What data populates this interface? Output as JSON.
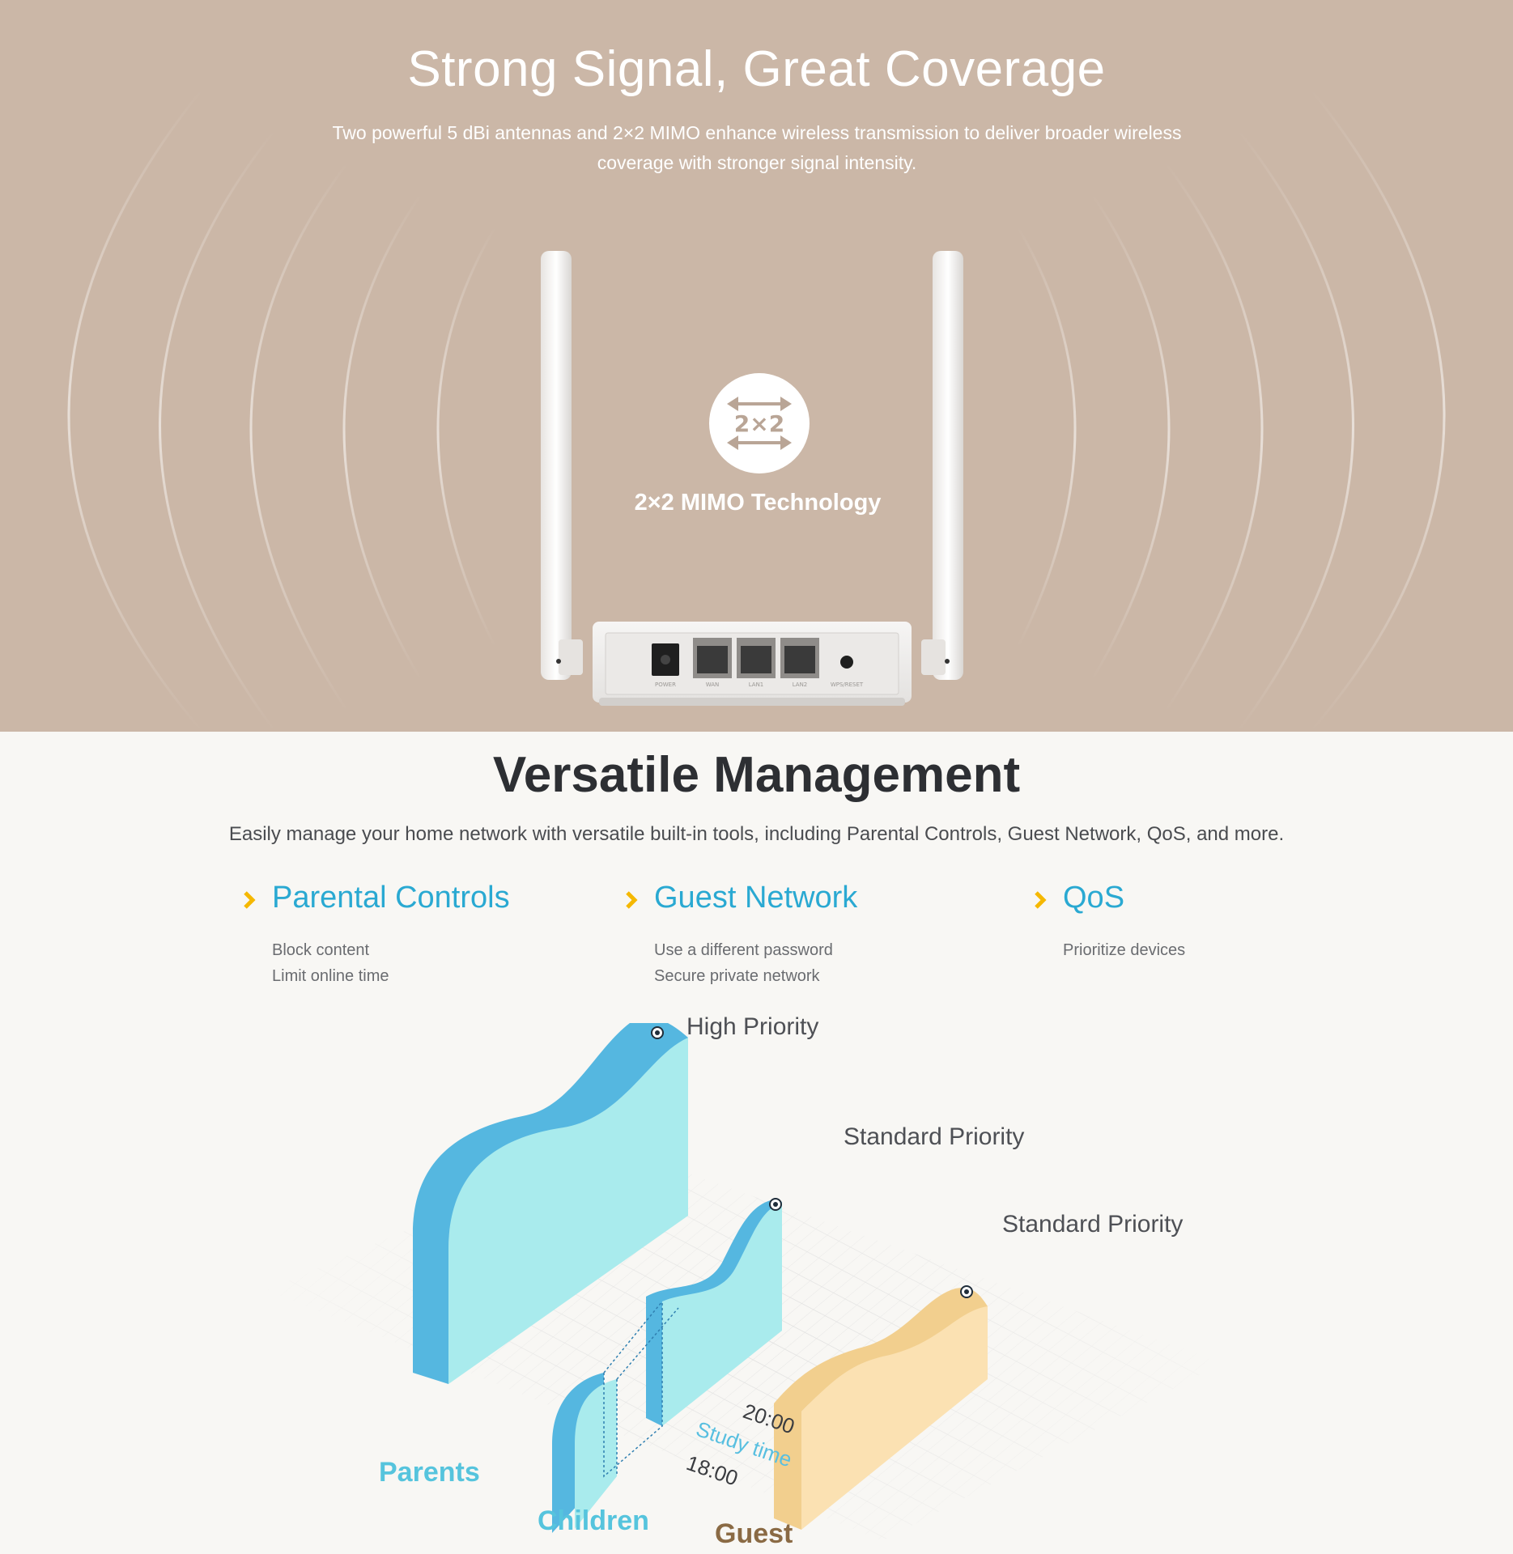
{
  "coverage": {
    "title": "Strong Signal, Great Coverage",
    "description": "Two powerful 5 dBi antennas and 2×2 MIMO enhance wireless transmission to deliver broader wireless coverage with stronger signal intensity.",
    "mimo_badge_text": "2×2",
    "mimo_label": "2×2 MIMO Technology",
    "router_ports": [
      "POWER",
      "WAN",
      "LAN1",
      "LAN2",
      "WPS/RESET"
    ],
    "background_color": "#cbb7a7"
  },
  "management": {
    "title": "Versatile Management",
    "description": "Easily manage your home network with versatile built-in tools, including Parental Controls, Guest Network, QoS, and more.",
    "features": [
      {
        "title": "Parental Controls",
        "items": [
          "Block content",
          "Limit online time"
        ]
      },
      {
        "title": "Guest Network",
        "items": [
          "Use a different password",
          "Secure private network"
        ]
      },
      {
        "title": "QoS",
        "items": [
          "Prioritize devices"
        ]
      }
    ],
    "accent_color": "#2aa9d2",
    "chevron_color": "#f5b800"
  },
  "qos_diagram": {
    "priorities": [
      "High Priority",
      "Standard Priority",
      "Standard Priority"
    ],
    "groups": [
      "Parents",
      "Children",
      "Guest"
    ],
    "time_start": "18:00",
    "time_end": "20:00",
    "time_label": "Study time",
    "group_colors": {
      "parents": "#56c4dd",
      "children": "#56c4dd",
      "guest": "#8a6a44"
    }
  }
}
